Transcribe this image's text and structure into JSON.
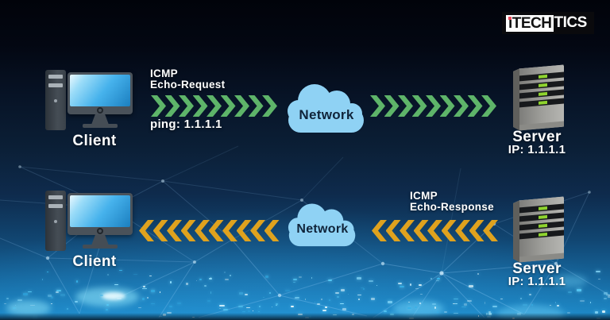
{
  "logo": {
    "i": "i",
    "tech": "TECH",
    "tics": "TICS"
  },
  "colors": {
    "request": "#5eb469",
    "response": "#dfa21e",
    "cloud": "#8fd2f4",
    "cloud_text": "#10243a"
  },
  "top_flow": {
    "protocol_line1": "ICMP",
    "protocol_line2": "Echo-Request",
    "ping_label": "ping: 1.1.1.1",
    "cloud_label": "Network",
    "client_label": "Client",
    "server_label": "Server",
    "server_ip": "IP: 1.1.1.1",
    "arrows_left_count": 9,
    "arrows_right_count": 9,
    "direction": "right"
  },
  "bottom_flow": {
    "protocol_line1": "ICMP",
    "protocol_line2": "Echo-Response",
    "cloud_label": "Network",
    "client_label": "Client",
    "server_label": "Server",
    "server_ip": "IP: 1.1.1.1",
    "arrows_left_count": 10,
    "arrows_right_count": 9,
    "direction": "left"
  }
}
